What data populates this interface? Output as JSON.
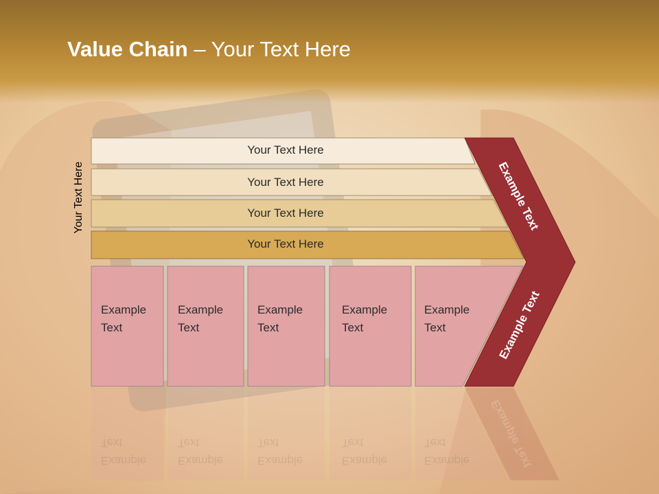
{
  "slide": {
    "title_bold": "Value Chain",
    "title_rest": " – Your Text Here",
    "side_label": "Your Text Here",
    "bars": [
      {
        "label": "Your Text Here"
      },
      {
        "label": "Your Text Here"
      },
      {
        "label": "Your Text Here"
      },
      {
        "label": "Your Text Here"
      }
    ],
    "boxes": [
      {
        "label": "Example\nText"
      },
      {
        "label": "Example\nText"
      },
      {
        "label": "Example\nText"
      },
      {
        "label": "Example\nText"
      },
      {
        "label": "Example\nText"
      }
    ],
    "chevron_top": "Example Text",
    "chevron_bottom": "Example Text"
  },
  "colors": {
    "bar_1": "#f7ecdb",
    "bar_2": "#f1dfc0",
    "bar_3": "#e7cc97",
    "bar_4": "#d8aa55",
    "box_fill": "#e2a3a5",
    "chevron": "#9a2f34",
    "title_bg": "#b48534"
  }
}
